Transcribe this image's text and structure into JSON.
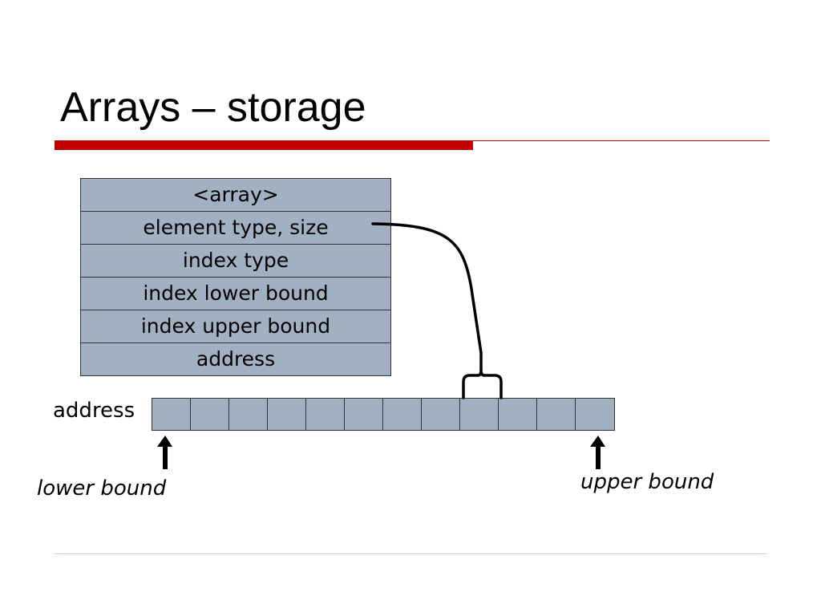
{
  "slide": {
    "title": "Arrays – storage"
  },
  "descriptor": {
    "fields": [
      "<array>",
      "element type, size",
      "index type",
      "index lower bound",
      "index upper bound",
      "address"
    ]
  },
  "memory": {
    "row_label": "address",
    "cell_count": 12
  },
  "bounds": {
    "lower_label": "lower bound",
    "upper_label": "upper bound"
  },
  "colors": {
    "accent": "#c00000",
    "cell_fill": "#a1b1c2",
    "border": "#333333"
  }
}
